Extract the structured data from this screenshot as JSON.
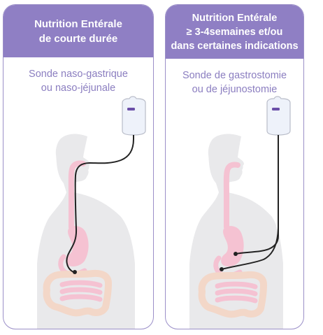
{
  "colors": {
    "header_bg": "#8f7fc4",
    "header_text": "#ffffff",
    "subtitle_text": "#8b7ec0",
    "border": "#9b8fc8",
    "body_silhouette": "#e9e9eb",
    "esophagus": "#f5c2d2",
    "intestine": "#f3d7c8",
    "tube": "#222222"
  },
  "panels": [
    {
      "title_lines": [
        "Nutrition Entérale",
        "de courte durée"
      ],
      "subtitle_lines": [
        "Sonde naso-gastrique",
        "ou naso-jéjunale"
      ],
      "illustration": "nasogastric-tube-illustration"
    },
    {
      "title_lines": [
        "Nutrition Entérale",
        "≥ 3-4semaines et/ou",
        "dans certaines indications"
      ],
      "subtitle_lines": [
        "Sonde de gastrostomie",
        "ou de jéjunostomie"
      ],
      "illustration": "gastrostomy-tube-illustration"
    }
  ]
}
